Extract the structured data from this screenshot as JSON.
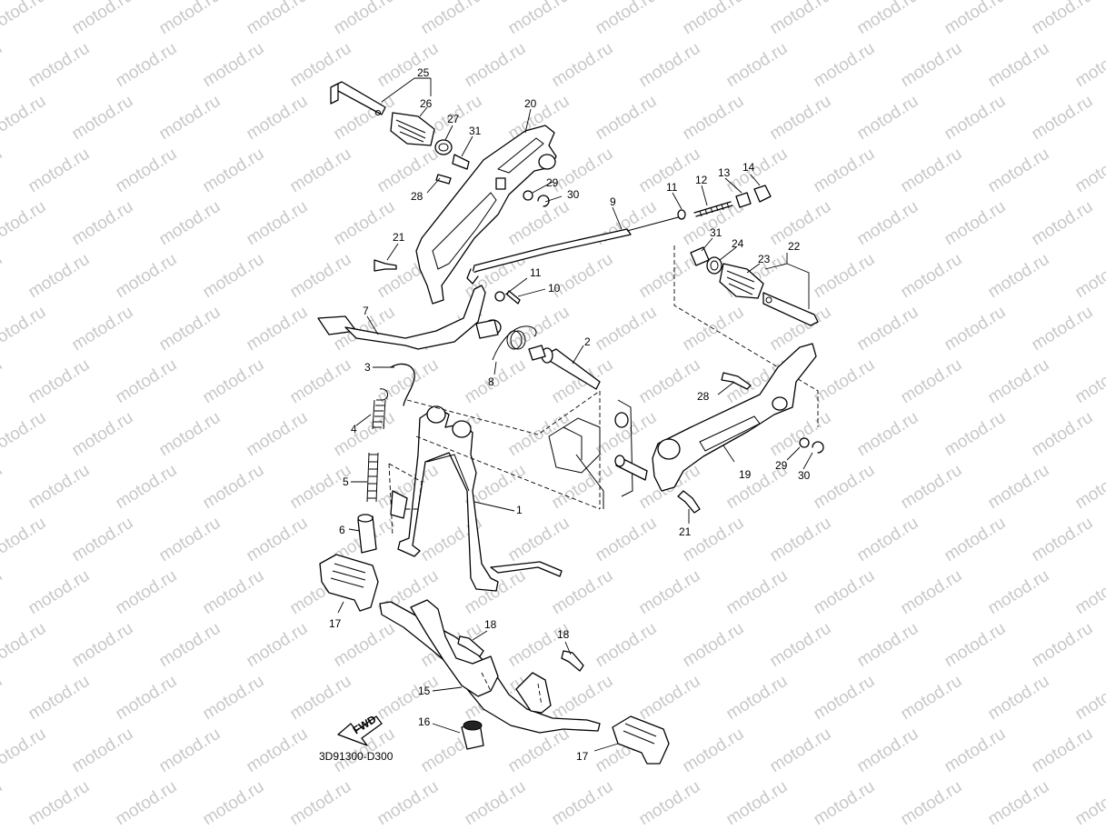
{
  "watermark": "motod.ru",
  "diagram_code": "3D91300-D300",
  "fwd_label": "FWD",
  "callouts": {
    "c1": "1",
    "c2": "2",
    "c3": "3",
    "c4": "4",
    "c5": "5",
    "c6": "6",
    "c7": "7",
    "c8": "8",
    "c9": "9",
    "c10": "10",
    "c11a": "11",
    "c11b": "11",
    "c12": "12",
    "c13": "13",
    "c14": "14",
    "c15": "15",
    "c16": "16",
    "c17a": "17",
    "c17b": "17",
    "c18a": "18",
    "c18b": "18",
    "c19": "19",
    "c20": "20",
    "c21a": "21",
    "c21b": "21",
    "c22": "22",
    "c23": "23",
    "c24": "24",
    "c25": "25",
    "c26": "26",
    "c27": "27",
    "c28a": "28",
    "c28b": "28",
    "c29a": "29",
    "c29b": "29",
    "c30a": "30",
    "c30b": "30",
    "c31a": "31",
    "c31b": "31"
  }
}
